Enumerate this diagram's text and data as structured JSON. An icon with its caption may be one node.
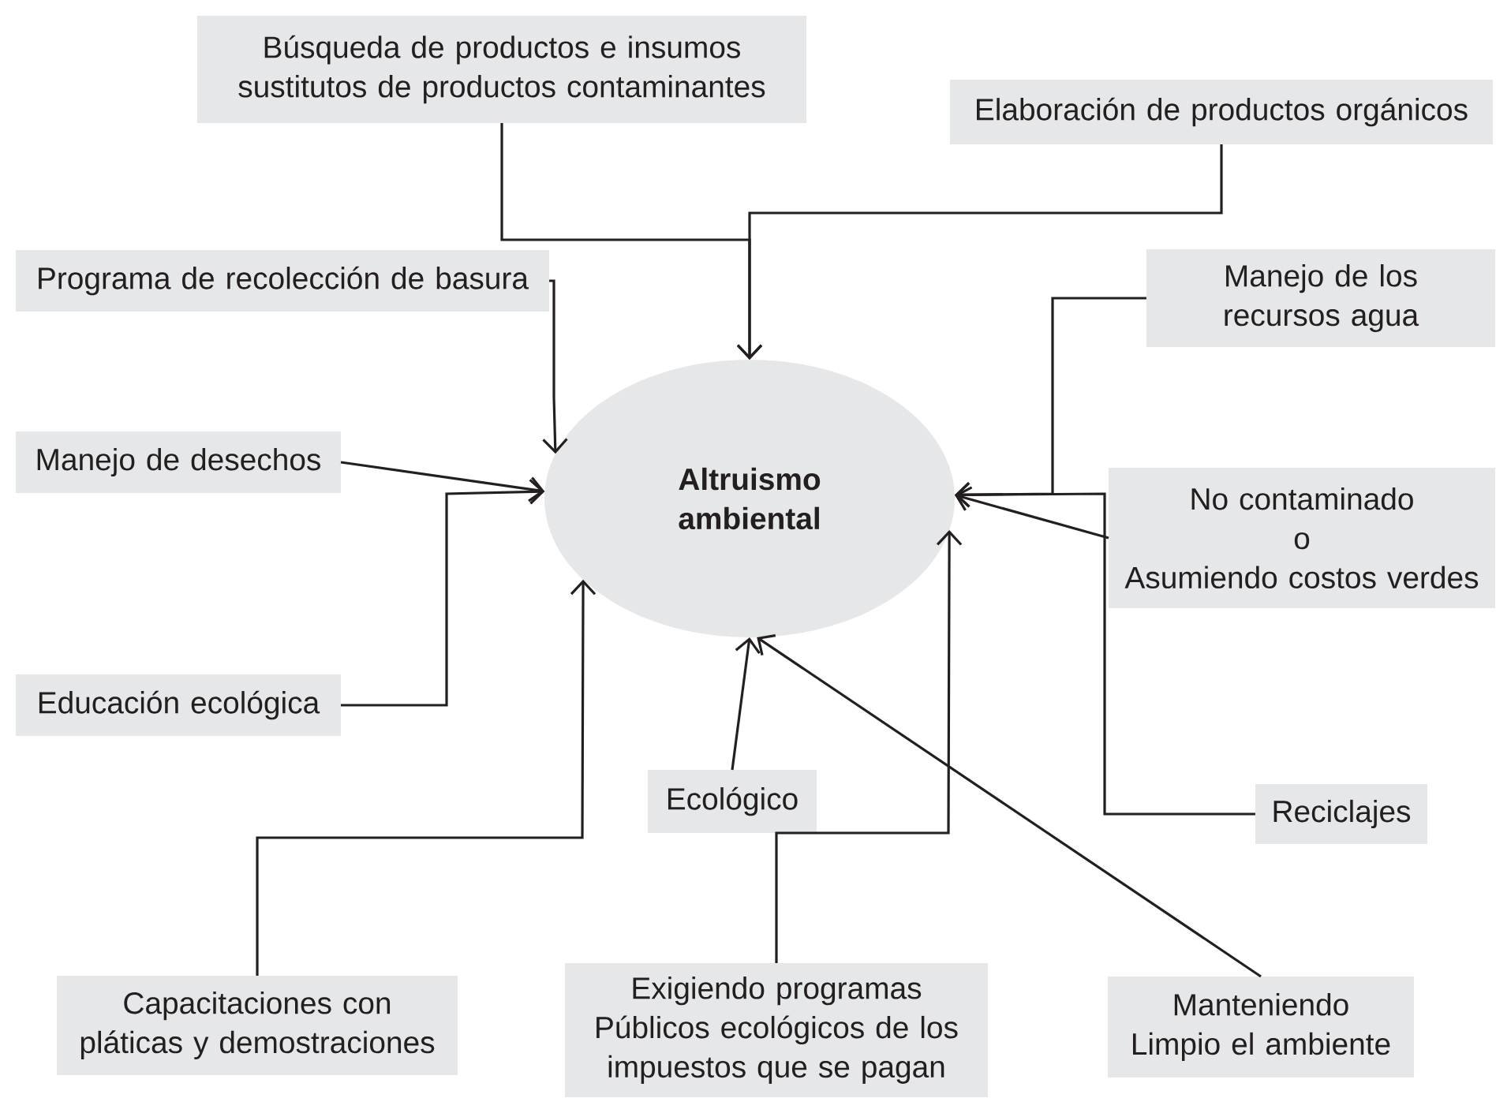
{
  "diagram": {
    "nodes": [
      {
        "text": [
          "Altruismo ambiental"
        ]
      },
      {
        "text": [
          "Búsqueda de productos e insumos sustitutos de productos contaminantes"
        ]
      },
      {
        "text": [
          "Elaboración de productos orgánicos"
        ]
      },
      {
        "text": [
          "Programa de recolección de basura"
        ]
      },
      {
        "text": [
          "Manejo de los recursos agua"
        ]
      },
      {
        "text": [
          "Manejo de desechos"
        ]
      },
      {
        "text": [
          "No contaminado",
          "o",
          "Asumiendo costos verdes"
        ]
      },
      {
        "text": [
          "Educación ecológica"
        ]
      },
      {
        "text": [
          "Ecológico"
        ]
      },
      {
        "text": [
          "Reciclajes"
        ]
      },
      {
        "text": [
          "Capacitaciones con pláticas y demostraciones"
        ]
      },
      {
        "text": [
          "Exigiendo programas Públicos ecológicos de los impuestos que se pagan"
        ]
      },
      {
        "text": [
          "Manteniendo Limpio el ambiente"
        ]
      }
    ],
    "edges": [
      {
        "from": 1,
        "to": 0,
        "arrow": "to"
      },
      {
        "from": 2,
        "to": 0,
        "arrow": "to"
      },
      {
        "from": 3,
        "to": 0,
        "arrow": "to"
      },
      {
        "from": 5,
        "to": 0,
        "arrow": "to"
      },
      {
        "from": 7,
        "to": 0,
        "arrow": "to"
      },
      {
        "from": 4,
        "to": 0,
        "arrow": "to"
      },
      {
        "from": 6,
        "to": 0,
        "arrow": "to"
      },
      {
        "from": 9,
        "to": 0,
        "arrow": "to"
      },
      {
        "from": 11,
        "to": 0,
        "arrow": "to"
      },
      {
        "from": 10,
        "to": 0,
        "arrow": "to"
      },
      {
        "from": 8,
        "to": 0,
        "arrow": "to"
      },
      {
        "from": 12,
        "to": 0,
        "arrow": "to"
      }
    ]
  }
}
